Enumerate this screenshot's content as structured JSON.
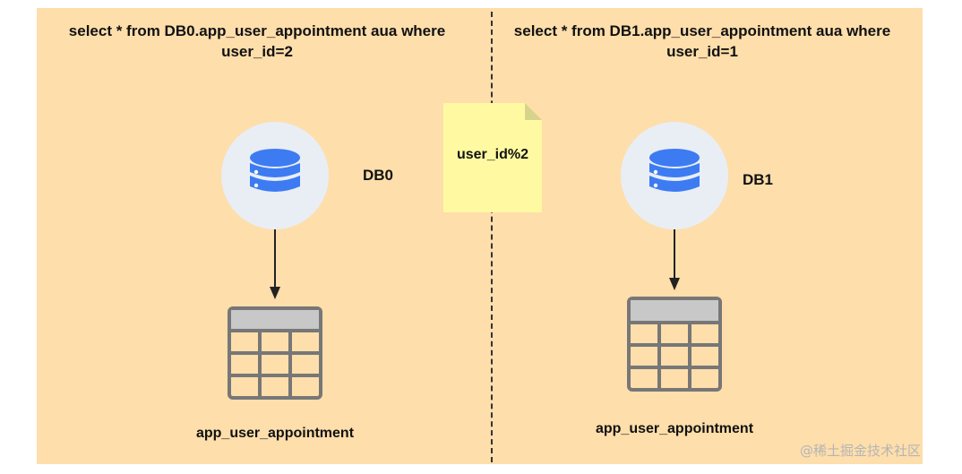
{
  "left": {
    "query": "select * from DB0.app_user_appointment aua where user_id=2",
    "db_label": "DB0",
    "table_label": "app_user_appointment",
    "db_icon": "database-icon",
    "table_icon": "table-grid-icon"
  },
  "right": {
    "query": "select * from DB1.app_user_appointment aua where user_id=1",
    "db_label": "DB1",
    "table_label": "app_user_appointment",
    "db_icon": "database-icon",
    "table_icon": "table-grid-icon"
  },
  "note": {
    "text": "user_id%2",
    "icon": "note-page-icon"
  },
  "watermark": "@稀土掘金技术社区",
  "colors": {
    "panel_bg": "#FEDEAB",
    "note_bg": "#FFFAA2",
    "db_circle_bg": "#E9EEF5",
    "db_blue": "#3D7BF2",
    "table_gray": "#777777",
    "table_header": "#C8C8C8"
  }
}
